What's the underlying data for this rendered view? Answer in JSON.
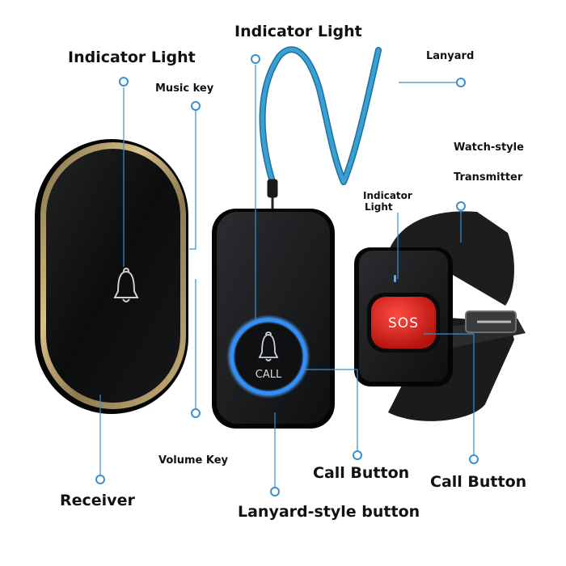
{
  "labels": {
    "indicator_light_left": "Indicator Light",
    "indicator_light_top": "Indicator Light",
    "music_key": "Music key",
    "lanyard": "Lanyard",
    "watch_style": "Watch-style",
    "transmitter": "Transmitter",
    "indicator_light_small_1": "Indicator",
    "indicator_light_small_2": "Light",
    "volume_key": "Volume Key",
    "receiver": "Receiver",
    "call_button_middle": "Call Button",
    "call_button_right": "Call Button",
    "lanyard_style_button": "Lanyard-style button"
  },
  "device_text": {
    "call": "CALL",
    "sos": "SOS"
  },
  "colors": {
    "callout_line": "#3a8fd0",
    "lanyard_strap": "#39a0d3",
    "gold_rim": "#b8a06a",
    "device_body": "#121314",
    "glow_ring": "#2f8fff",
    "sos_red": "#e3201b"
  },
  "icons": [
    "bell-icon",
    "bell-icon"
  ]
}
